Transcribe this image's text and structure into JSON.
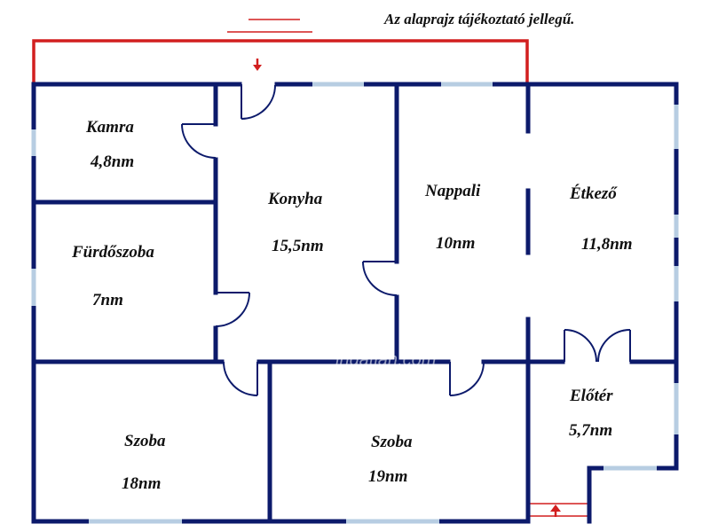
{
  "note": "Az alaprajz tájékoztató jellegű.",
  "watermark": "ingatlan.com",
  "colors": {
    "wall": "#0c1a6b",
    "window": "#b7cde2",
    "door": "#0c1a6b",
    "boundary": "#d21f1f"
  },
  "rooms": [
    {
      "name": "Kamra",
      "area": "4,8nm"
    },
    {
      "name": "Fürdőszoba",
      "area": "7nm"
    },
    {
      "name": "Konyha",
      "area": "15,5nm"
    },
    {
      "name": "Nappali",
      "area": "10nm"
    },
    {
      "name": "Étkező",
      "area": "11,8nm"
    },
    {
      "name": "Előtér",
      "area": "5,7nm"
    },
    {
      "name": "Szoba",
      "area": "18nm"
    },
    {
      "name": "Szoba",
      "area": "19nm"
    }
  ],
  "icons": {
    "entry_arrow_top": "arrow-down-icon",
    "entry_arrow_bottom": "arrow-up-icon"
  }
}
